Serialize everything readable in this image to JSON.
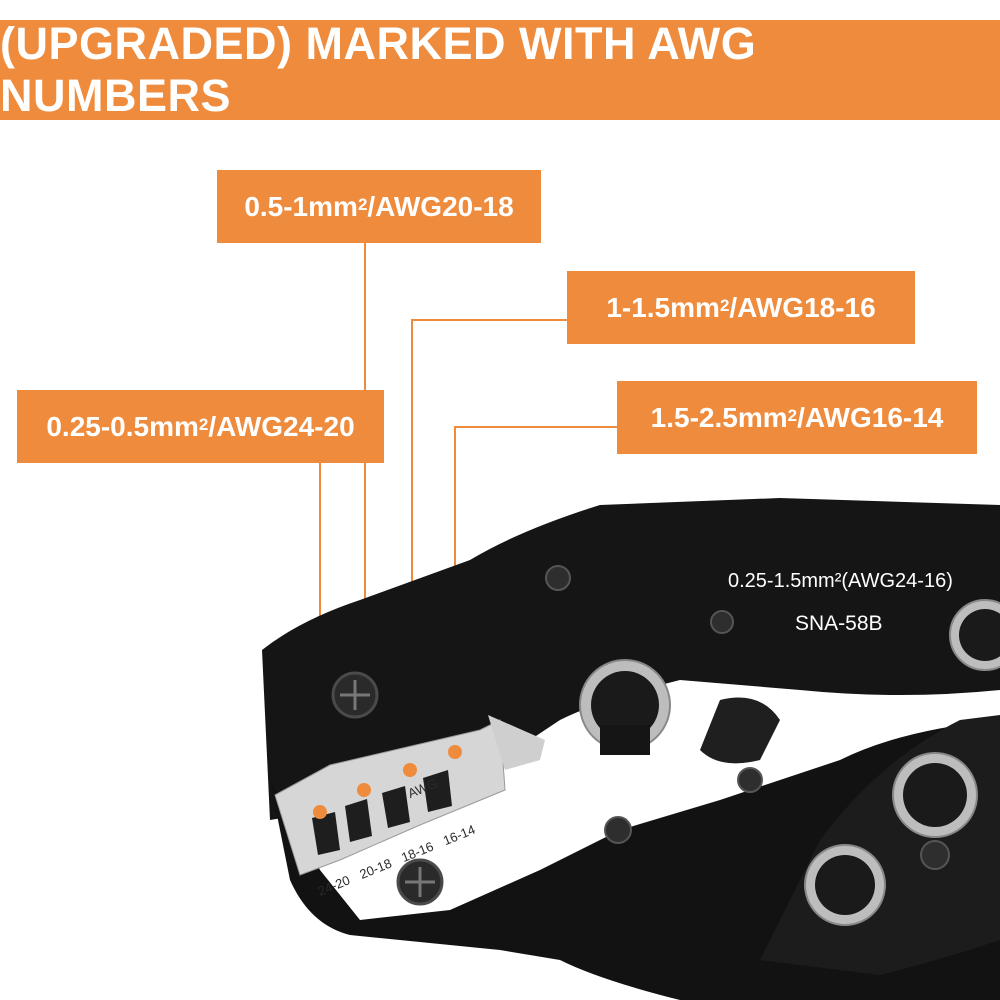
{
  "banner": {
    "title": "(UPGRADED) MARKED WITH AWG NUMBERS"
  },
  "callouts": [
    {
      "id": "a",
      "mm_value": "0.5-1mm",
      "sup": "2",
      "awg": "/AWG20-18"
    },
    {
      "id": "b",
      "mm_value": "1-1.5mm",
      "sup": "2",
      "awg": "/AWG18-16"
    },
    {
      "id": "c",
      "mm_value": "0.25-0.5mm",
      "sup": "2",
      "awg": "/AWG24-20"
    },
    {
      "id": "d",
      "mm_value": "1.5-2.5mm",
      "sup": "2",
      "awg": "/AWG16-14"
    }
  ],
  "tool": {
    "range_marking": "0.25-1.5mm²(AWG24-16)",
    "model": "SNA-58B",
    "die_marks": [
      "24-20",
      "20-18",
      "18-16",
      "16-14"
    ],
    "die_awg": "AWG"
  },
  "colors": {
    "accent": "#ef8b3c",
    "tool_body": "#151515",
    "die_metal": "#d9d9d9",
    "text_light": "#ffffff"
  }
}
